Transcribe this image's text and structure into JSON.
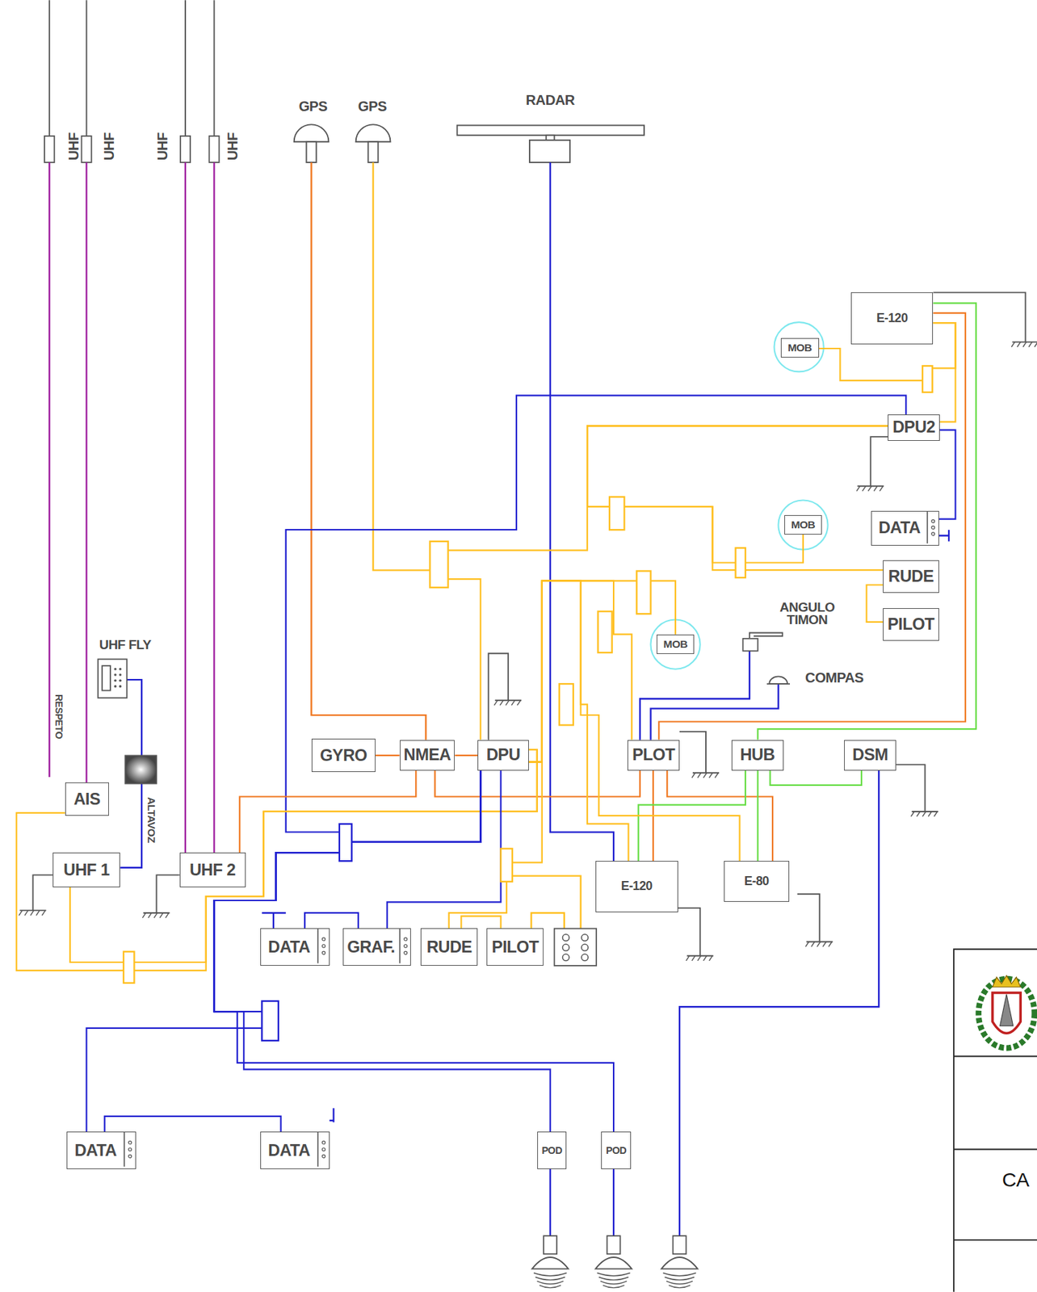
{
  "diagram": {
    "nodes": [
      {
        "text": [
          "E-120"
        ]
      },
      {
        "text": [
          "MOB"
        ]
      },
      {
        "text": [
          "DPU2"
        ]
      },
      {
        "text": [
          "DATA"
        ]
      },
      {
        "text": [
          "MOB"
        ]
      },
      {
        "text": [
          "RUDE"
        ]
      },
      {
        "text": [
          "PILOT"
        ]
      },
      {
        "text": [
          "MOB"
        ]
      },
      {
        "text": [
          "GYRO"
        ]
      },
      {
        "text": [
          "NMEA"
        ]
      },
      {
        "text": [
          "DPU"
        ]
      },
      {
        "text": [
          "PLOT"
        ]
      },
      {
        "text": [
          "HUB"
        ]
      },
      {
        "text": [
          "DSM"
        ]
      },
      {
        "text": [
          "AIS"
        ]
      },
      {
        "text": [
          "UHF 1"
        ]
      },
      {
        "text": [
          "UHF 2"
        ]
      },
      {
        "text": [
          "E-120"
        ]
      },
      {
        "text": [
          "E-80"
        ]
      },
      {
        "text": [
          "DATA"
        ]
      },
      {
        "text": [
          "GRAF."
        ]
      },
      {
        "text": [
          "RUDE"
        ]
      },
      {
        "text": [
          "PILOT"
        ]
      },
      {
        "text": [
          "DATA"
        ]
      },
      {
        "text": [
          "DATA"
        ]
      },
      {
        "text": [
          "POD"
        ]
      },
      {
        "text": [
          "POD"
        ]
      }
    ],
    "edges": [
      {
        "from": 0,
        "to": 1,
        "arrow": "none"
      },
      {
        "from": 0,
        "to": 2,
        "arrow": "none"
      },
      {
        "from": 2,
        "to": 3,
        "arrow": "none"
      },
      {
        "from": 2,
        "to": 4,
        "arrow": "none"
      },
      {
        "from": 2,
        "to": 5,
        "arrow": "none"
      },
      {
        "from": 5,
        "to": 6,
        "arrow": "none"
      },
      {
        "from": 2,
        "to": 10,
        "arrow": "none"
      },
      {
        "from": 2,
        "to": 10,
        "arrow": "none"
      },
      {
        "from": 8,
        "to": 9,
        "arrow": "none"
      },
      {
        "from": 9,
        "to": 10,
        "arrow": "none"
      },
      {
        "from": 9,
        "to": 16,
        "arrow": "none"
      },
      {
        "from": 9,
        "to": 11,
        "arrow": "none"
      },
      {
        "from": 11,
        "to": 17,
        "arrow": "none"
      },
      {
        "from": 11,
        "to": 18,
        "arrow": "none"
      },
      {
        "from": 0,
        "to": 11,
        "arrow": "none"
      },
      {
        "from": 0,
        "to": 12,
        "arrow": "none"
      },
      {
        "from": 12,
        "to": 17,
        "arrow": "none"
      },
      {
        "from": 12,
        "to": 18,
        "arrow": "none"
      },
      {
        "from": 12,
        "to": 13,
        "arrow": "none"
      },
      {
        "from": 10,
        "to": 14,
        "arrow": "none"
      },
      {
        "from": 10,
        "to": 15,
        "arrow": "none"
      },
      {
        "from": 10,
        "to": 7,
        "arrow": "none"
      },
      {
        "from": 10,
        "to": 11,
        "arrow": "none"
      },
      {
        "from": 10,
        "to": 17,
        "arrow": "none"
      },
      {
        "from": 10,
        "to": 18,
        "arrow": "none"
      },
      {
        "from": 10,
        "to": 21,
        "arrow": "none"
      },
      {
        "from": 21,
        "to": 22,
        "arrow": "none"
      },
      {
        "from": 10,
        "to": 20,
        "arrow": "none"
      },
      {
        "from": 20,
        "to": 19,
        "arrow": "none"
      },
      {
        "from": 10,
        "to": 23,
        "arrow": "none"
      },
      {
        "from": 23,
        "to": 24,
        "arrow": "none"
      },
      {
        "from": 10,
        "to": 25,
        "arrow": "none"
      },
      {
        "from": 10,
        "to": 26,
        "arrow": "none"
      }
    ],
    "labels": [
      "UHF",
      "UHF",
      "UHF",
      "UHF",
      "GPS",
      "GPS",
      "RADAR",
      "RESPETO",
      "UHF FLY",
      "ALTAVOZ",
      "ANGULO TIMON",
      "COMPAS",
      "CA"
    ]
  }
}
